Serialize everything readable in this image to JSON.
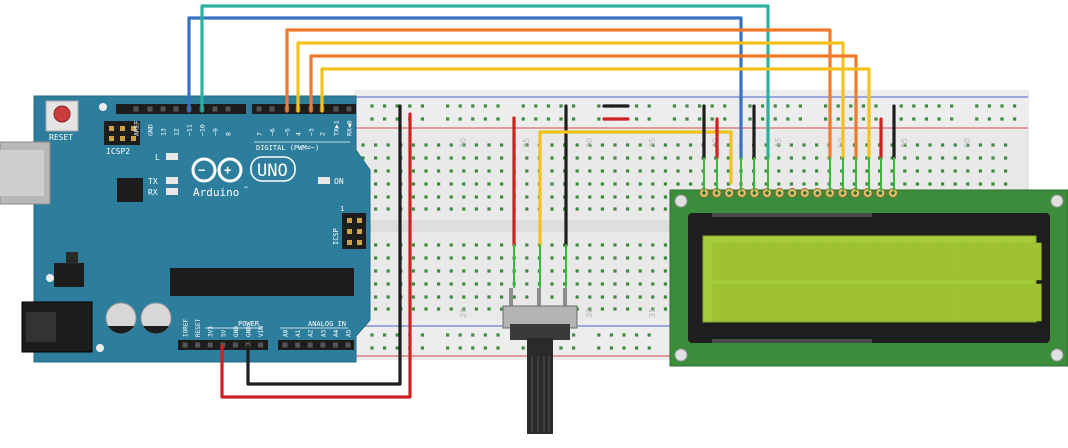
{
  "arduino": {
    "reset_label": "RESET",
    "icsp2_label": "ICSP2",
    "icsp_label": "ICSP",
    "led_l_label": "L",
    "led_tx_label": "TX",
    "led_rx_label": "RX",
    "on_label": "ON",
    "brand_label": "Arduino",
    "tm_label": "™",
    "model_label": "UNO",
    "digital_label": "DIGITAL (PWM=~)",
    "power_label": "POWER",
    "analog_label": "ANALOG IN",
    "top_pins": [
      "AREF",
      "GND",
      "13",
      "12",
      "~11",
      "~10",
      "~9",
      "8",
      "7",
      "~6",
      "~5",
      "4",
      "~3",
      "2",
      "TX▶1",
      "RX◀0"
    ],
    "power_pins": [
      "IOREF",
      "RESET",
      "3V3",
      "5V",
      "GND",
      "GND",
      "VIN"
    ],
    "analog_pins": [
      "A0",
      "A1",
      "A2",
      "A3",
      "A4",
      "A5"
    ]
  },
  "breadboard": {
    "column_numbers": [
      "20",
      "25",
      "30",
      "35",
      "40",
      "45",
      "50",
      "55",
      "60"
    ]
  },
  "colors": {
    "board_blue": "#2d7e9c",
    "board_dark": "#1e5f77",
    "wire_blue": "#3a70c0",
    "wire_teal": "#2cb0a0",
    "wire_orange": "#f07a2a",
    "wire_yellow": "#f3c21c",
    "wire_red": "#cc2222",
    "wire_black": "#1e1e1e",
    "lcd_pcb": "#3b8c3b",
    "lcd_screen": "#a6cc3c"
  }
}
